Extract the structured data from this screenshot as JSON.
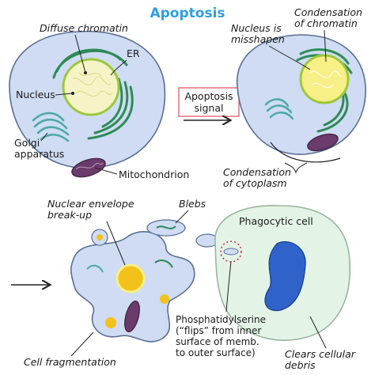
{
  "title": "Apoptosis",
  "colors": {
    "title": "#2f9fe0",
    "cell_fill": "#cfdcf3",
    "cell_stroke": "#5a6f95",
    "er": "#2e8b57",
    "golgi": "#4aa8a8",
    "nucleus_fill": "#f6f4c6",
    "nucleus_ring": "#9cc83b",
    "chromatin": "#f2c21a",
    "mito_fill": "#6b3b6b",
    "phago_fill": "#e3f4e6",
    "phago_nucleus": "#2f63c9",
    "signal_box": "#e35a6a",
    "blebs_spikes": "#cc2b5e"
  },
  "labels": {
    "diffuse_chromatin": "Diffuse chromatin",
    "er": "ER",
    "nucleus": "Nucleus",
    "golgi_1": "Golgi",
    "golgi_2": "apparatus",
    "mitochondrion": "Mitochondrion",
    "signal_1": "Apoptosis",
    "signal_2": "signal",
    "nucleus_misshapen_1": "Nucleus is",
    "nucleus_misshapen_2": "misshapen",
    "condensation_chromatin_1": "Condensation",
    "condensation_chromatin_2": "of chromatin",
    "condensation_cytoplasm_1": "Condensation",
    "condensation_cytoplasm_2": "of cytoplasm",
    "nuclear_envelope_1": "Nuclear envelope",
    "nuclear_envelope_2": "break-up",
    "blebs": "Blebs",
    "phagocytic_cell": "Phagocytic cell",
    "phosphatidylserine_1": "Phosphatidylserine",
    "phosphatidylserine_2": "(“flips” from inner",
    "phosphatidylserine_3": "surface of memb.",
    "phosphatidylserine_4": "to outer surface)",
    "cell_fragmentation": "Cell fragmentation",
    "clears_debris_1": "Clears cellular",
    "clears_debris_2": "debris"
  }
}
